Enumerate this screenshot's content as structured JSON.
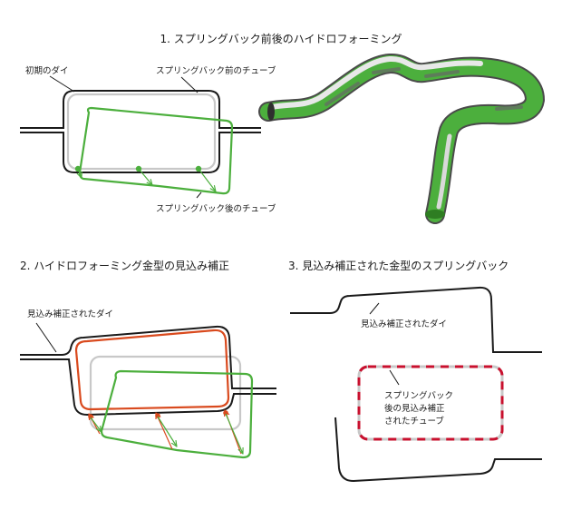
{
  "section1": {
    "title": "1. スプリングバック前後のハイドロフォーミング",
    "labels": {
      "initial_die": "初期のダイ",
      "tube_before": "スプリングバック前のチューブ",
      "tube_after": "スプリングバック後のチューブ"
    }
  },
  "section2": {
    "title": "2. ハイドロフォーミング金型の見込み補正",
    "labels": {
      "compensated_die": "見込み補正されたダイ"
    }
  },
  "section3": {
    "title": "3. 見込み補正された金型のスプリングバック",
    "labels": {
      "compensated_die": "見込み補正されたダイ",
      "tube_line1": "スプリングバック",
      "tube_line2": "後の見込み補正",
      "tube_line3": "されたチューブ"
    }
  },
  "colors": {
    "die": "#1a1a1a",
    "tube_before": "#c8c8c8",
    "tube_after": "#4caf3d",
    "compensated": "#d94a1e",
    "final_tube_red": "#c8102e"
  }
}
